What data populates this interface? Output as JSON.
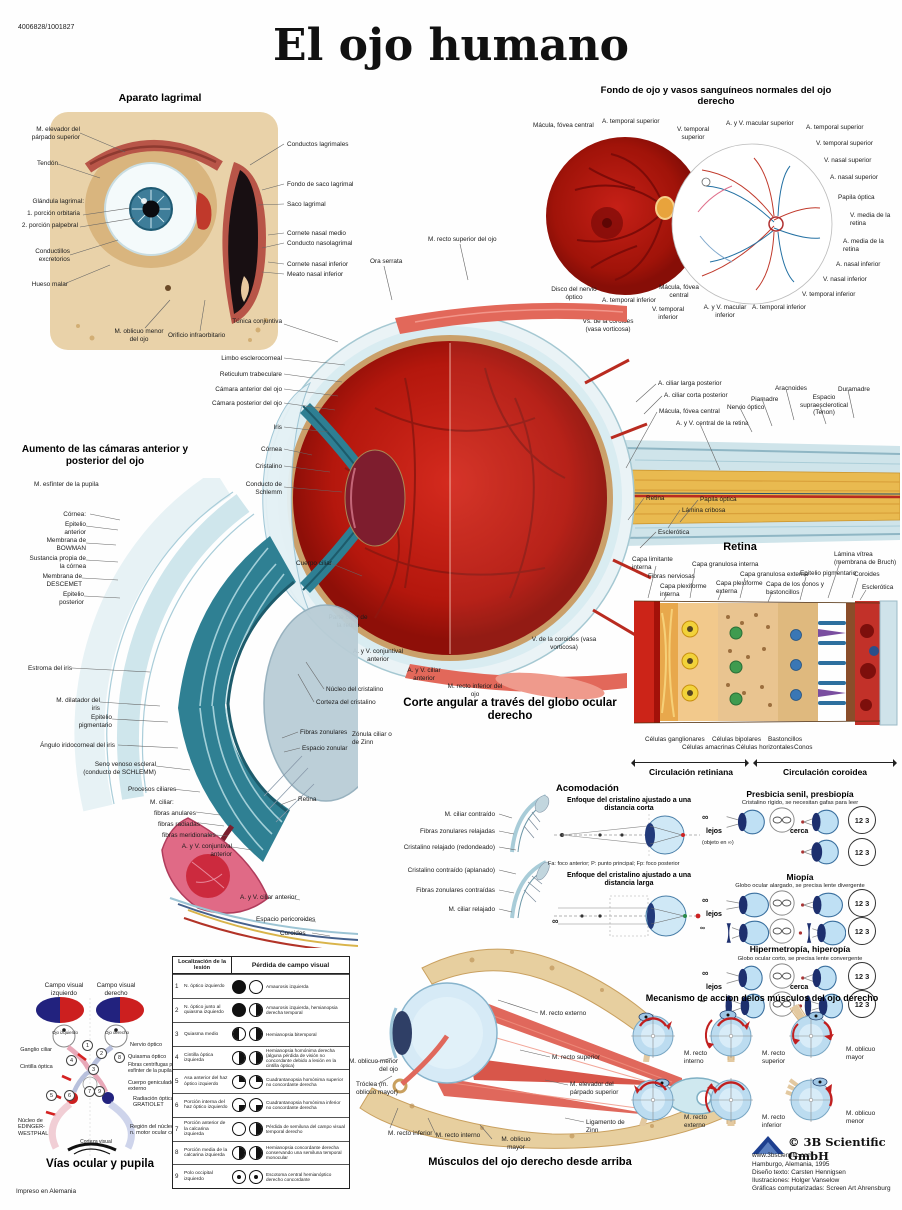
{
  "meta": {
    "catalog": "4006828/1001827",
    "title": "El ojo humano",
    "printed": "Impreso en Alemania"
  },
  "colors": {
    "eye_red": "#b01815",
    "iris_teal": "#2e7f93",
    "bone_tan": "#e9d2a9",
    "nerve_yellow": "#e9ba50",
    "sclera_blue": "#cfe6ec",
    "pathway_blue": "#22227e",
    "pathway_red": "#cc1f1f",
    "muscle_red": "#e2685a"
  },
  "lacrimal": {
    "title": "Aparato lagrimal",
    "labels_left": [
      "M. elevador del párpado superior",
      "Tendón",
      "Glándula lagrimal:",
      "1. porción orbitaria",
      "2. porción palpebral",
      "Conductillos excretorios",
      "Hueso malar",
      "M. oblicuo menor del ojo",
      "Orificio infraorbitario"
    ],
    "labels_right": [
      "Conductos lagrimales",
      "Fondo de saco lagrimal",
      "Saco lagrimal",
      "Cornete nasal medio",
      "Conducto nasolagrimal",
      "Cornete nasal inferior",
      "Meato nasal inferior"
    ]
  },
  "fundus": {
    "title": "Fondo de ojo y vasos sanguíneos normales del ojo derecho",
    "labels": [
      "Mácula, fóvea central",
      "A. temporal superior",
      "V. temporal superior",
      "Disco del nervio óptico",
      "A. temporal inferior",
      "V. temporal inferior",
      "Mácula, fóvea central",
      "A. y V. macular inferior",
      "A. temporal inferior",
      "A. y V. macular superior",
      "A. temporal superior",
      "V. temporal superior",
      "V. nasal superior",
      "A. nasal superior",
      "Papila óptica",
      "V. media de la retina",
      "A. media de la retina",
      "A. nasal inferior",
      "V. nasal inferior",
      "V. temporal inferior",
      "Vs. de la coroides (vasa vorticosa)"
    ]
  },
  "main_eye": {
    "labels": [
      "M. recto superior del ojo",
      "Ora serrata",
      "Túnica conjuntiva",
      "Limbo esclerocorneal",
      "Reticulum trabeculare",
      "Cámara anterior del ojo",
      "Cámara posterior del ojo",
      "Iris",
      "Córnea",
      "Cristalino",
      "Conducto de Schlemm",
      "Cuerpo ciliar",
      "Parte ciliar de la retina",
      "A. y V. conjuntival anterior",
      "A. y V. ciliar anterior",
      "M. recto inferior del ojo",
      "V. de la coroides (vasa vorticosa)",
      "A. ciliar larga posterior",
      "A. ciliar corta posterior",
      "Mácula, fóvea central",
      "A. y V. central de la retina",
      "Nervio óptico",
      "Piamadre",
      "Aracnoides",
      "Espacio supraesclerotical (Tenon)",
      "Duramadre",
      "Retina",
      "Papila óptica",
      "Lámina cribosa",
      "Esclerótica"
    ],
    "caption": "Corte angular a través del globo ocular derecho"
  },
  "chambers": {
    "title": "Aumento de las cámaras anterior y posterior del ojo",
    "labels": [
      "M. esfínter de la pupila",
      "Córnea:",
      "Epitelio anterior",
      "Membrana de BOWMAN",
      "Sustancia propia de la córnea",
      "Membrana de DESCEMET",
      "Epitelio posterior",
      "Estroma del iris",
      "M. dilatador del iris",
      "Epitelio pigmentario",
      "Ángulo iridocorneal del iris",
      "Seno venoso escleral (conducto de SCHLEMM)",
      "Procesos ciliares",
      "M. ciliar:",
      "fibras anulares",
      "fibras radiadas",
      "fibras meridionales",
      "A. y V. conjuntival anterior",
      "Retina",
      "A. y V. ciliar anterior",
      "Espacio pericoroides",
      "Coroides",
      "Núcleo del cristalino",
      "Corteza del cristalino",
      "Fibras zonulares",
      "Espacio zonular",
      "Zónula ciliar o de Zinn"
    ]
  },
  "acc_mid": {
    "labels": [
      "M. ciliar contraído",
      "Fibras zonulares relajadas",
      "Cristalino relajado (redondeado)",
      "Cristalino contraído (aplanado)",
      "Fibras zonulares contraídas",
      "M. ciliar relajado"
    ]
  },
  "retina": {
    "title": "Retina",
    "labels_top": [
      "Capa limitante interna",
      "Fibras nerviosas",
      "Capa plexiforme interna",
      "Capa granulosa interna",
      "Capa plexiforme externa",
      "Capa granulosa externa",
      "Capa de los conos y bastoncillos",
      "Epitelio pigmentario",
      "Lámina vítrea (membrana de Bruch)",
      "Coroides",
      "Esclerótica"
    ],
    "labels_bottom": [
      "Células ganglionares",
      "Células amacrinas",
      "Células bipolares",
      "Células horizontales",
      "Bastoncillos",
      "Conos"
    ],
    "arrow_left": "Circulación retiniana",
    "arrow_right": "Circulación coroidea"
  },
  "accommodation": {
    "title": "Acomodación",
    "near_title": "Enfoque del cristalino ajustado a una distancia corta",
    "far_title": "Enfoque del cristalino ajustado a una distancia larga",
    "footnote": "Fa: foco anterior; P: punto principal; Fp: foco posterior",
    "infinity": "∞"
  },
  "refractive": {
    "lejos": "lejos",
    "cerca": "cerca",
    "object_note": "(objeto en ∞)",
    "infinity": "∞",
    "chart": "12 3",
    "panels": [
      {
        "title": "Presbicia senil, presbiopía",
        "subtitle": "Cristalino rígido, se necesitan gafas para leer"
      },
      {
        "title": "Miopía",
        "subtitle": "Globo ocular alargado, se precisa lente divergente"
      },
      {
        "title": "Hipermetropía, hiperopía",
        "subtitle": "Globo ocular corto, se precisa lente convergente"
      }
    ]
  },
  "pathways": {
    "title": "Vías ocular y pupila",
    "labels": [
      "Campo visual izquierdo",
      "Campo visual derecho",
      "Ojo izquierdo",
      "Ojo derecho",
      "Nervio óptico",
      "Quiasma óptico",
      "Fibras centrífugas para el m. esfínter de la pupila",
      "Cuerpo geniculado externo",
      "Radiación óptica de GRATIOLET",
      "Ganglio ciliar",
      "Cintilla óptica",
      "Núcleo de EDINGER-WESTPHAL",
      "Región del núcleo del n. motor ocular común",
      "Corteza visual"
    ],
    "numbers": [
      "1",
      "2",
      "3",
      "4",
      "5",
      "6",
      "7",
      "8",
      "9"
    ]
  },
  "lesion_table": {
    "header_left": "Localización de la lesión",
    "header_right": "Pérdida de campo visual",
    "rows": [
      {
        "num": "1",
        "lesion": "N. óptico izquierdo",
        "fills": [
          "full",
          "empty"
        ],
        "result": "Amaurosis izquierda"
      },
      {
        "num": "2",
        "lesion": "N. óptico junto al quiasma izquierdo",
        "fills": [
          "full",
          "half-r"
        ],
        "result": "Amaurosis izquierda, hemianopsia derecha temporal"
      },
      {
        "num": "3",
        "lesion": "Quiasma medio",
        "fills": [
          "half-l",
          "half-r"
        ],
        "result": "Hemianopsia bitemporal"
      },
      {
        "num": "4",
        "lesion": "Cintilla óptica izquierda",
        "fills": [
          "half-r",
          "half-r"
        ],
        "result": "Hemianopsia homónima derecha (alguna pérdida de visión no concordante debido a lesión en la cintilla óptica)"
      },
      {
        "num": "5",
        "lesion": "Asa anterior del haz óptico izquierdo",
        "fills": [
          "q-tr",
          "q-tr"
        ],
        "result": "Cuadrantanopsia homónima superior no concordante derecha"
      },
      {
        "num": "6",
        "lesion": "Porción interna del haz óptico izquierdo",
        "fills": [
          "q-br",
          "q-br"
        ],
        "result": "Cuadrantanopsia homónima inferior no concordante derecha"
      },
      {
        "num": "7",
        "lesion": "Porción anterior de la calcarina izquierda",
        "fills": [
          "empty",
          "half-r"
        ],
        "result": "Pérdida de semiluna del campo visual temporal derecho"
      },
      {
        "num": "8",
        "lesion": "Porción media de la calcarina izquierda",
        "fills": [
          "half-r",
          "half-r"
        ],
        "result": "Hemianopsia concordante derecha conservando una semiluna temporal monocular"
      },
      {
        "num": "9",
        "lesion": "Polo occipital izquierdo",
        "fills": [
          "dot",
          "dot"
        ],
        "result": "Escotoma central hemianóptico derecho concordante"
      }
    ]
  },
  "muscles": {
    "title": "Músculos del ojo derecho desde arriba",
    "labels": [
      "M. recto externo",
      "M. recto superior",
      "M. elevador del párpado superior",
      "Ligamento de Zinn",
      "M. oblicuo mayor",
      "M. recto interno",
      "M. recto inferior",
      "Tróclea (m. oblicuo mayor)",
      "M. oblicuo menor del ojo"
    ]
  },
  "mechanism": {
    "title": "Mecanismo de accion delos músculos del ojo derecho",
    "items": [
      "M. recto interno",
      "M. recto superior",
      "M. oblicuo mayor",
      "M. recto externo",
      "M. recto inferior",
      "M. oblicuo menor"
    ]
  },
  "credits": {
    "company": "© 3B Scientific GmbH",
    "website": "www.3bscientific.com",
    "line1": "Hamburgo, Alemania, 1995",
    "line2": "Diseño texto: Carsten Hennigsen",
    "line3": "Ilustraciones: Holger Vanselow",
    "line4": "Gráficas computarizadas: Screen Art Ahrensburg"
  }
}
